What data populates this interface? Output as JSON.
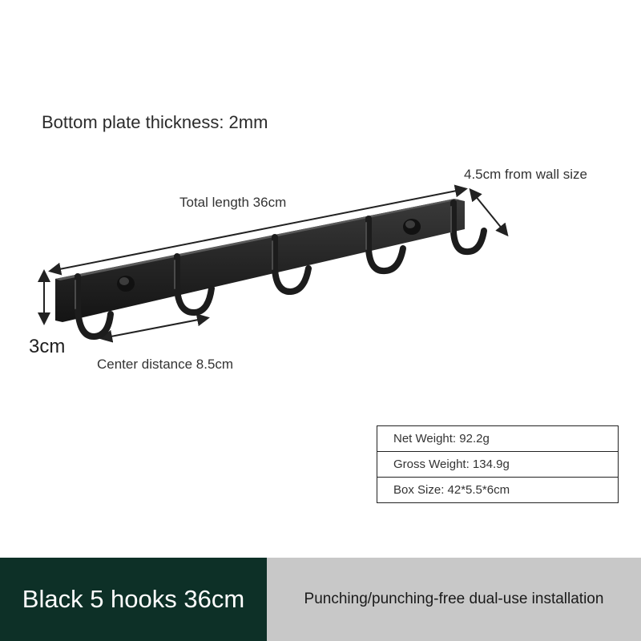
{
  "annotations": {
    "bottom_plate_thickness": "Bottom plate thickness: 2mm",
    "total_length": "Total length 36cm",
    "wall_size": "4.5cm from wall size",
    "height": "3cm",
    "center_distance": "Center distance 8.5cm"
  },
  "specs": [
    {
      "text": "Net Weight: 92.2g"
    },
    {
      "text": "Gross Weight: 134.9g"
    },
    {
      "text": "Box Size: 42*5.5*6cm"
    }
  ],
  "footer": {
    "variant": "Black 5 hooks 36cm",
    "installation": "Punching/punching-free dual-use installation"
  },
  "colors": {
    "footer_left_bg": "#0d3027",
    "footer_right_bg": "#c8c8c8",
    "product": "#1c1c1c"
  }
}
